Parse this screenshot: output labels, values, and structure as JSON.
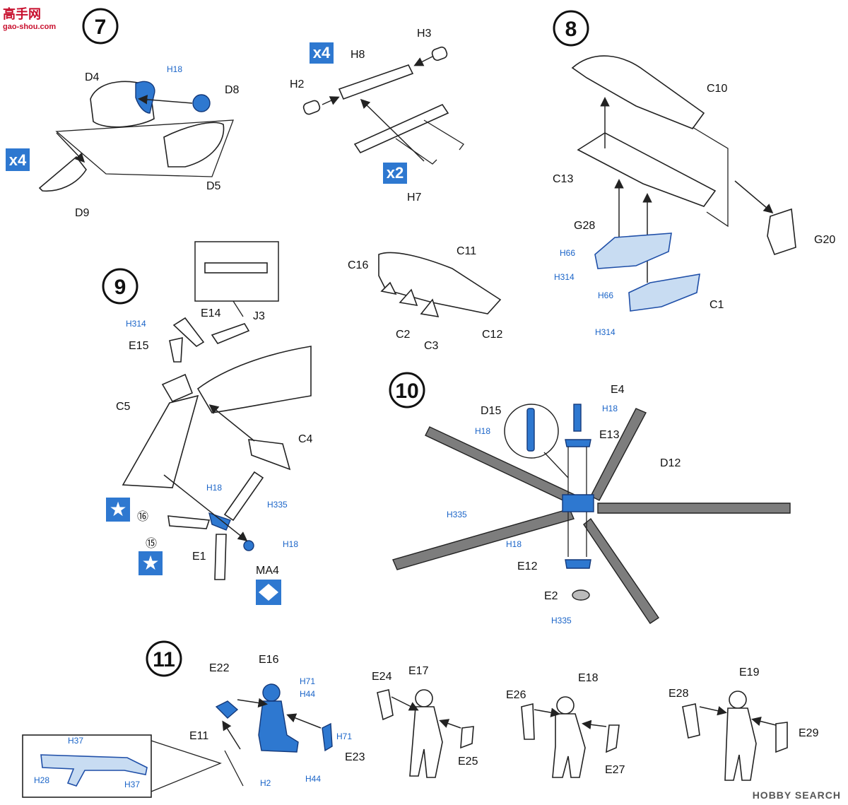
{
  "watermark_top": {
    "title": "高手网",
    "url": "gao-shou.com"
  },
  "watermark_bottom": "HOBBY SEARCH",
  "steps": [
    "7",
    "8",
    "9",
    "10",
    "11"
  ],
  "step7": {
    "parts": [
      "D4",
      "D8",
      "D5",
      "D9",
      "H8",
      "H3",
      "H2",
      "H7"
    ],
    "color": "H18",
    "multipliers": [
      "x4",
      "x4",
      "x2"
    ]
  },
  "step8": {
    "parts": [
      "C10",
      "C13",
      "G28",
      "C1",
      "G20"
    ],
    "colors": [
      "H66",
      "H314",
      "H66",
      "H314"
    ]
  },
  "assembly_8b": {
    "parts": [
      "C16",
      "C11",
      "C2",
      "C3",
      "C12"
    ]
  },
  "step9": {
    "parts": [
      "E14",
      "J3",
      "E15",
      "C5",
      "C4",
      "E1",
      "MA4"
    ],
    "colors": [
      "H314",
      "H18",
      "H335",
      "H18"
    ],
    "decals": [
      "⑯",
      "⑮"
    ]
  },
  "step10": {
    "parts": [
      "E4",
      "D15",
      "E13",
      "D12",
      "E12",
      "E2"
    ],
    "colors": [
      "H18",
      "H18",
      "H335",
      "H18",
      "H335"
    ]
  },
  "step11": {
    "parts": [
      "E22",
      "E16",
      "E11",
      "E23",
      "E24",
      "E17",
      "E25",
      "E26",
      "E18",
      "E27",
      "E28",
      "E19",
      "E29"
    ],
    "colors": [
      "H71",
      "H44",
      "H71",
      "H2",
      "H44",
      "H37",
      "H28",
      "H37"
    ]
  }
}
